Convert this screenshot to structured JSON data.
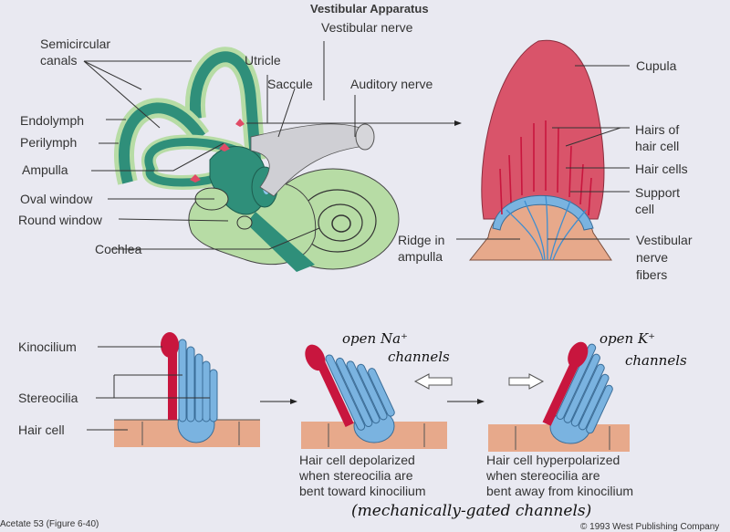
{
  "title": "Vestibular Apparatus",
  "inner_ear_labels": {
    "semicircular_canals": [
      "Semicircular",
      "canals"
    ],
    "utricle": "Utricle",
    "saccule": "Saccule",
    "vestibular_nerve": "Vestibular nerve",
    "auditory_nerve": "Auditory nerve",
    "endolymph": "Endolymph",
    "perilymph": "Perilymph",
    "ampulla": "Ampulla",
    "oval_window": "Oval window",
    "round_window": "Round window",
    "cochlea": "Cochlea"
  },
  "ampulla_labels": {
    "cupula": "Cupula",
    "hairs_of_hair_cell": [
      "Hairs of",
      "hair cell"
    ],
    "hair_cells": "Hair cells",
    "support_cell": [
      "Support",
      "cell"
    ],
    "ridge_in_ampulla": [
      "Ridge in",
      "ampulla"
    ],
    "vestibular_nerve_fibers": [
      "Vestibular",
      "nerve",
      "fibers"
    ]
  },
  "hair_cell_labels": {
    "kinocilium": "Kinocilium",
    "stereocilia": "Stereocilia",
    "hair_cell": "Hair cell"
  },
  "captions": {
    "depolarized": [
      "Hair cell depolarized",
      "when stereocilia are",
      "bent toward kinocilium"
    ],
    "hyperpolarized": [
      "Hair cell hyperpolarized",
      "when stereocilia are",
      "bent away from kinocilium"
    ]
  },
  "handwritten": {
    "na": [
      "open Na⁺",
      "channels"
    ],
    "k": [
      "open K⁺",
      "channels"
    ],
    "mech": "(mechanically-gated channels)"
  },
  "footer": {
    "left": "Acetate 53 (Figure 6-40)",
    "right": "© 1993 West Publishing Company"
  },
  "colors": {
    "background": "#e9e9f1",
    "endolymph_teal": "#2f8f7a",
    "perilymph_green": "#b7dca5",
    "cupula_red": "#d9546a",
    "kinocilium_red": "#c8163e",
    "stereocilia_blue": "#7ab3e0",
    "hair_cell_tan": "#e7a98b"
  }
}
